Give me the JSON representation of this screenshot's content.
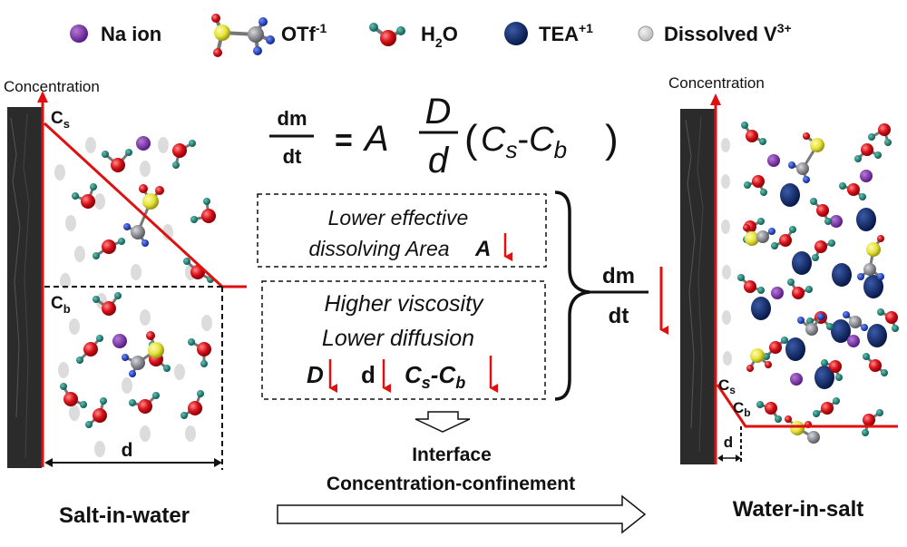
{
  "legend": {
    "na": "Na ion",
    "otf": "OTf",
    "otf_sup": "-1",
    "h2o": "H",
    "h2o_sub": "2",
    "h2o_tail": "O",
    "tea": "TEA",
    "tea_sup": "+1",
    "v": "Dissolved V",
    "v_sup": "3+"
  },
  "left_panel": {
    "axis_label": "Concentration",
    "cs": "C",
    "cs_sub": "s",
    "cb": "C",
    "cb_sub": "b",
    "d": "d",
    "title": "Salt-in-water"
  },
  "right_panel": {
    "axis_label": "Concentration",
    "cs": "C",
    "cs_sub": "s",
    "cb": "C",
    "cb_sub": "b",
    "d": "d",
    "title": "Water-in-salt"
  },
  "equation": {
    "lhs_num": "dm",
    "lhs_den": "dt",
    "eq": "=",
    "A": "A",
    "D": "D",
    "d": "d",
    "open": "(",
    "cs": "C",
    "cs_sub": "s",
    "minus": "-",
    "cb": "C",
    "cb_sub": "b",
    "close": ")"
  },
  "box1": {
    "line1": "Lower effective",
    "line2": "dissolving Area",
    "var": "A"
  },
  "box2": {
    "line1": "Higher viscosity",
    "line2": "Lower diffusion",
    "D": "D",
    "d": "d",
    "cs": "C",
    "cs_sub": "s",
    "dash": "-",
    "cb": "C",
    "cb_sub": "b"
  },
  "result": {
    "num": "dm",
    "den": "dt"
  },
  "interface": {
    "line1": "Interface",
    "line2": "Concentration-confinement"
  },
  "colors": {
    "sodium": "#7b2fa8",
    "oxygen": "#d8121a",
    "hydrogen": "#1a7a6e",
    "sulfur": "#e4e23a",
    "carbon": "#8e8e96",
    "fluorine": "#1d3fc8",
    "tea": "#102a6e",
    "vanadium": "#d6d6d6",
    "profile": "#e01010",
    "electrode": "#2b2b2b"
  }
}
